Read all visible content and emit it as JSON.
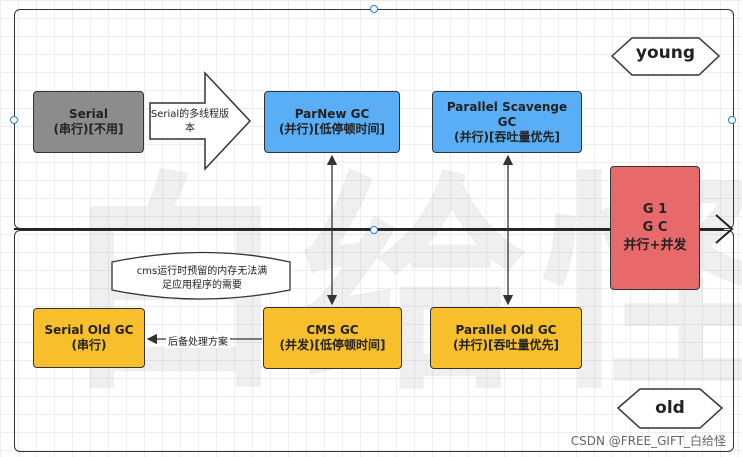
{
  "boxes": {
    "serial": [
      "Serial",
      "(串行)[不用]"
    ],
    "parnew": [
      "ParNew GC",
      "(并行)[低停顿时间]"
    ],
    "parallel_scavenge": [
      "Parallel Scavenge",
      "GC",
      "(并行)[吞吐量优先]"
    ],
    "g1": [
      "G 1",
      "G C",
      "并行+并发"
    ],
    "serial_old": [
      "Serial Old GC",
      "(串行)"
    ],
    "cms": [
      "CMS GC",
      "(并发)[低停顿时间]"
    ],
    "parallel_old": [
      "Parallel Old GC",
      "(并行)[吞吐量优先]"
    ]
  },
  "labels": {
    "young": "young",
    "old": "old",
    "serial_arrow": [
      "Serial的多线程版",
      "本"
    ],
    "cms_note": [
      "cms运行时预留的内存无法满",
      "足应用程序的需要"
    ],
    "backup": "后备处理方案"
  },
  "watermark": "白给怪",
  "footer": "CSDN @FREE_GIFT_白给怪"
}
